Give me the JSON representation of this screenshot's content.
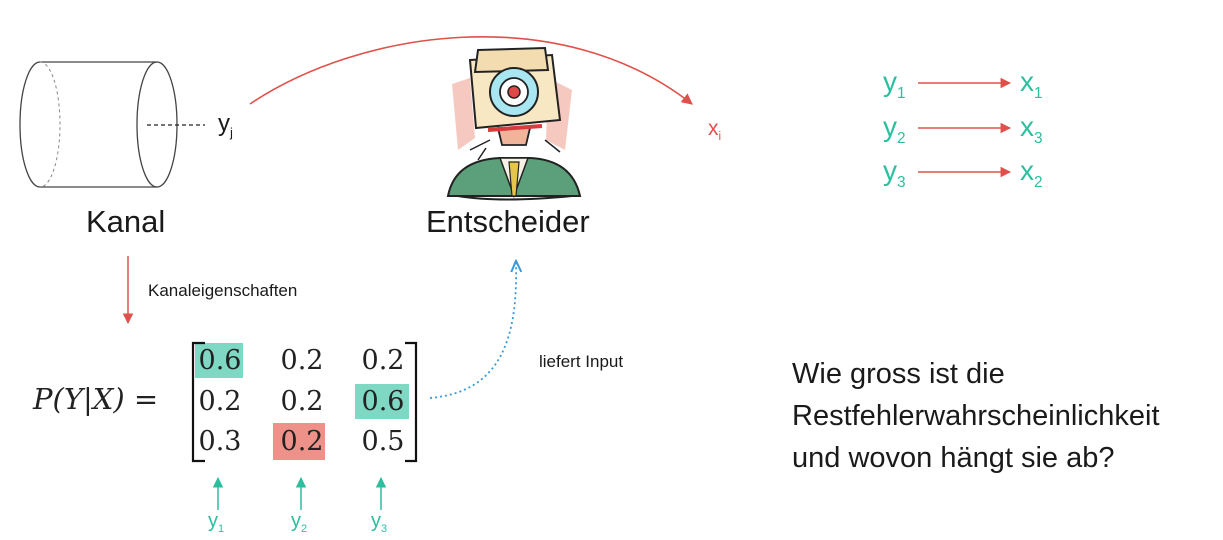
{
  "channel": {
    "label": "Kanal",
    "output_symbol": "y",
    "output_index": "j"
  },
  "decider": {
    "label": "Entscheider",
    "output_symbol": "x",
    "output_index": "i"
  },
  "channel_properties_label": "Kanaleigenschaften",
  "provides_input_label": "liefert Input",
  "matrix": {
    "lhs": "P(Y|X) =",
    "rows": [
      [
        "0.6",
        "0.2",
        "0.2"
      ],
      [
        "0.2",
        "0.2",
        "0.6"
      ],
      [
        "0.3",
        "0.2",
        "0.5"
      ]
    ],
    "column_labels": [
      {
        "symbol": "y",
        "index": "1"
      },
      {
        "symbol": "y",
        "index": "2"
      },
      {
        "symbol": "y",
        "index": "3"
      }
    ]
  },
  "mapping": [
    {
      "y": "y",
      "y_index": "1",
      "x": "x",
      "x_index": "1"
    },
    {
      "y": "y",
      "y_index": "2",
      "x": "x",
      "x_index": "3"
    },
    {
      "y": "y",
      "y_index": "3",
      "x": "x",
      "x_index": "2"
    }
  ],
  "question_lines": [
    "Wie gross ist die",
    "Restfehlerwahrscheinlichkeit",
    "und wovon hängt sie ab?"
  ],
  "colors": {
    "teal": "#2bbf9f",
    "teal_highlight": "#7fd8c4",
    "red": "#e0504a",
    "red_highlight": "#ee9189",
    "blue_dotted": "#3a9ad9"
  }
}
